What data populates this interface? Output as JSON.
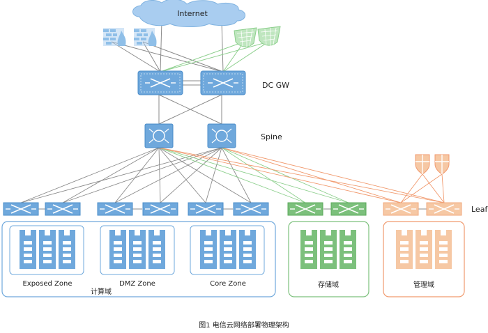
{
  "cloud": {
    "label": "Internet"
  },
  "layers": {
    "gateway": "DC GW",
    "spine": "Spine",
    "leaf": "Leaf"
  },
  "zones": {
    "exposed": "Exposed Zone",
    "dmz": "DMZ Zone",
    "core": "Core Zone",
    "compute_group": "计算域",
    "storage": "存储域",
    "management": "管理域"
  },
  "caption": "图1  电信云网络部署物理架构",
  "colors": {
    "blue_fill": "#6fa8dc",
    "blue_stroke": "#4a8cc9",
    "blue_line": "#8a8a8a",
    "green_fill": "#7cc07c",
    "green_line": "#8ccf8c",
    "orange_fill": "#f6c8a4",
    "orange_line": "#f19a6e",
    "cloud_fill": "#a9cdf0"
  },
  "icons": [
    "cloud-icon",
    "firewall-icon",
    "load-balancer-icon",
    "router-icon",
    "spine-switch-icon",
    "leaf-switch-icon",
    "server-rack-icon",
    "shield-icon"
  ]
}
